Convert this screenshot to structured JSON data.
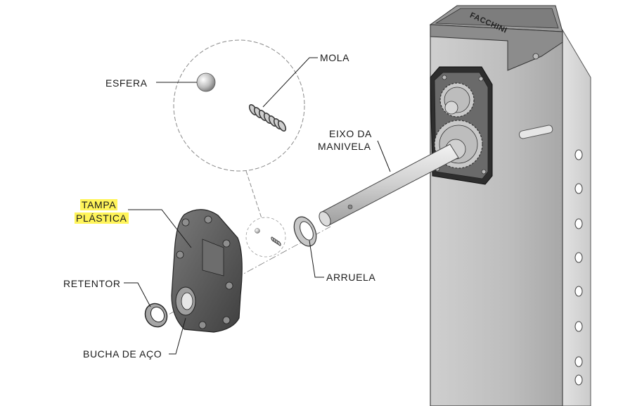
{
  "labels": {
    "esfera": "ESFERA",
    "mola": "MOLA",
    "eixo_line1": "EIXO DA",
    "eixo_line2": "MANIVELA",
    "tampa_line1": "TAMPA",
    "tampa_line2": "PLÁSTICA",
    "retentor": "RETENTOR",
    "arruela": "ARRUELA",
    "bucha": "BUCHA DE AÇO"
  },
  "brand": "FACCHINI",
  "colors": {
    "highlight": "#fff45a",
    "metal_light": "#d9d9d9",
    "metal_mid": "#b5b5b5",
    "metal_dark": "#6f6f6f",
    "cover": "#5b5b5b",
    "line": "#1a1a1a"
  }
}
